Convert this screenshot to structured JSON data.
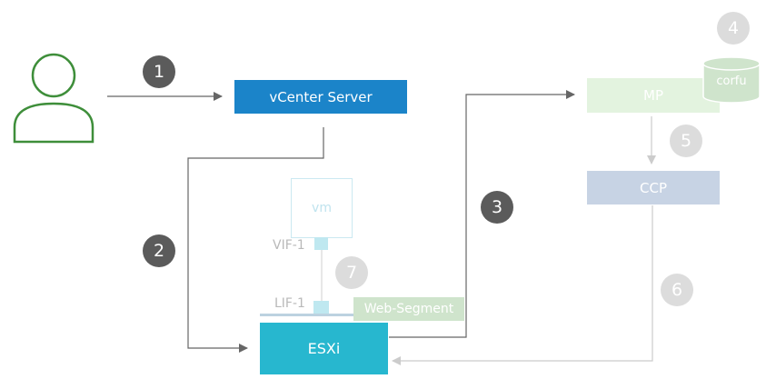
{
  "colors": {
    "user": "#3e8e3a",
    "vcenter": "#1b84c9",
    "esxi": "#27b7cf",
    "mp": "#e3f3df",
    "corfu": "#cfe4cc",
    "ccp": "#c7d3e4",
    "segment": "#cfe4cc",
    "port": "#bfe8f0",
    "step_dark": "#5b5b5b",
    "step_light": "#dcdcdc",
    "arrow_dark": "#666666",
    "arrow_light": "#cccccc"
  },
  "nodes": {
    "user_icon": "person-icon",
    "vcenter": "vCenter Server",
    "esxi": "ESXi",
    "mp": "MP",
    "corfu": "corfu",
    "ccp": "CCP",
    "vm": "vm",
    "vif": "VIF-1",
    "lif": "LIF-1",
    "segment": "Web-Segment"
  },
  "steps": [
    "1",
    "2",
    "3",
    "4",
    "5",
    "6",
    "7"
  ]
}
